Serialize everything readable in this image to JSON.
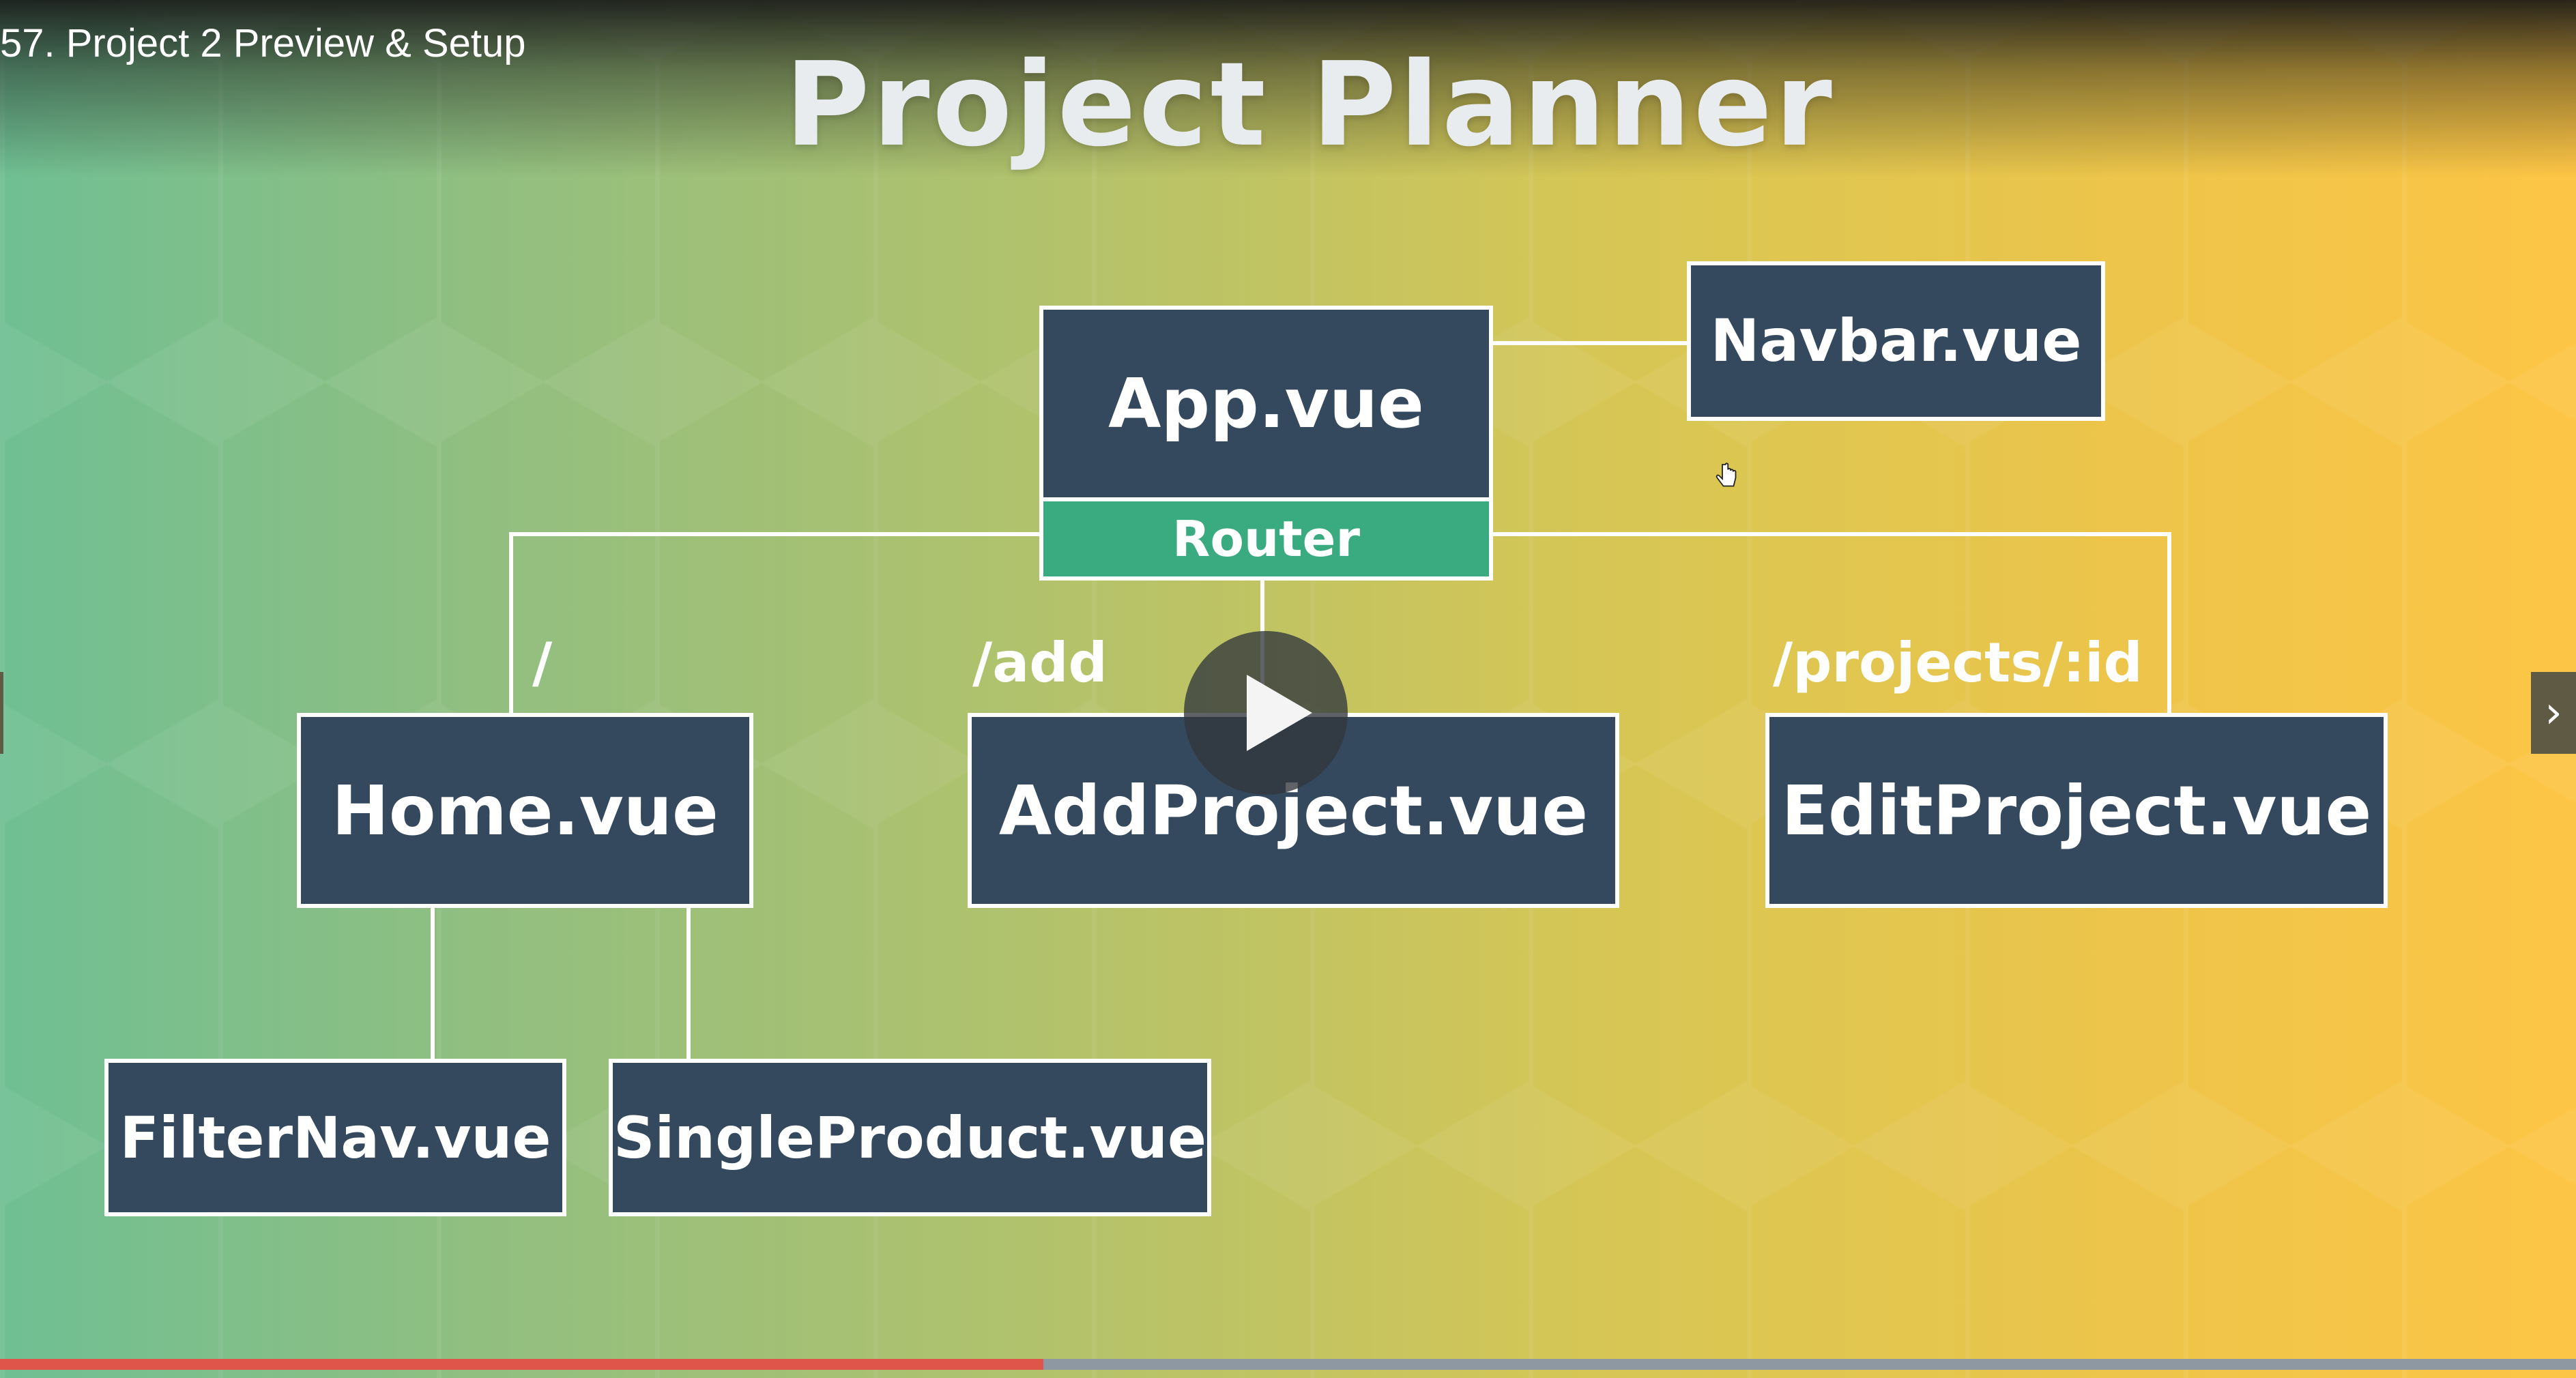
{
  "player": {
    "lecture_title": "57. Project 2 Preview & Setup",
    "progress": 0.405,
    "colors": {
      "progress_played": "#e0554a",
      "progress_track": "#8d98a3"
    }
  },
  "slide": {
    "title": "Project Planner",
    "nodes": {
      "app": "App.vue",
      "router": "Router",
      "navbar": "Navbar.vue",
      "home": "Home.vue",
      "add_project": "AddProject.vue",
      "edit_project": "EditProject.vue",
      "filter_nav": "FilterNav.vue",
      "single_product": "SingleProduct.vue"
    },
    "routes": {
      "home": "/",
      "add": "/add",
      "edit": "/projects/:id"
    },
    "colors": {
      "box_fill": "#34495e",
      "router_fill": "#3aaa80",
      "connector": "#ffffff"
    }
  },
  "controls": {
    "play_icon": "play-icon",
    "next_icon": "chevron-right-icon"
  }
}
